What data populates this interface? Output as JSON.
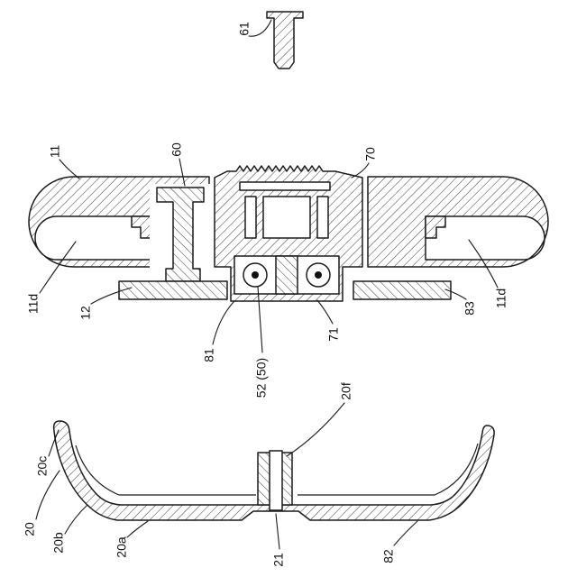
{
  "figure": {
    "background": "#ffffff",
    "line_color": "#1a1a1a",
    "labels": [
      {
        "id": "61",
        "text": "61"
      },
      {
        "id": "11",
        "text": "11"
      },
      {
        "id": "60",
        "text": "60"
      },
      {
        "id": "70",
        "text": "70"
      },
      {
        "id": "11d-left",
        "text": "11d"
      },
      {
        "id": "12",
        "text": "12"
      },
      {
        "id": "81",
        "text": "81"
      },
      {
        "id": "52-50",
        "text": "52 (50)"
      },
      {
        "id": "71",
        "text": "71"
      },
      {
        "id": "83",
        "text": "83"
      },
      {
        "id": "11d-right",
        "text": "11d"
      },
      {
        "id": "20f",
        "text": "20f"
      },
      {
        "id": "20c",
        "text": "20c"
      },
      {
        "id": "20",
        "text": "20"
      },
      {
        "id": "20b",
        "text": "20b"
      },
      {
        "id": "20a",
        "text": "20a"
      },
      {
        "id": "21",
        "text": "21"
      },
      {
        "id": "82",
        "text": "82"
      }
    ]
  }
}
